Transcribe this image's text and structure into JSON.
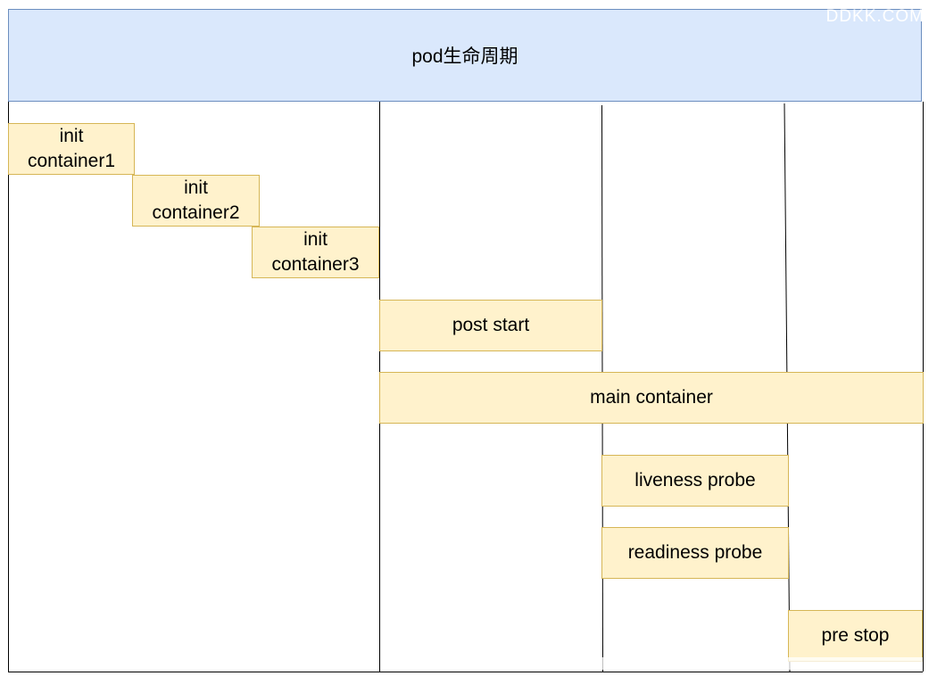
{
  "header": {
    "title": "pod生命周期"
  },
  "watermark": "DDKK.COM",
  "phases": {
    "init1_line1": "init",
    "init1_line2": "container1",
    "init2_line1": "init",
    "init2_line2": "container2",
    "init3_line1": "init",
    "init3_line2": "container3",
    "post_start": "post start",
    "main_container": "main container",
    "liveness_probe": "liveness probe",
    "readiness_probe": "readiness probe",
    "pre_stop": "pre stop"
  },
  "colors": {
    "header_fill": "#dae8fc",
    "header_stroke": "#6c8ebf",
    "box_fill": "#fff2cc",
    "box_stroke": "#d6b656"
  }
}
